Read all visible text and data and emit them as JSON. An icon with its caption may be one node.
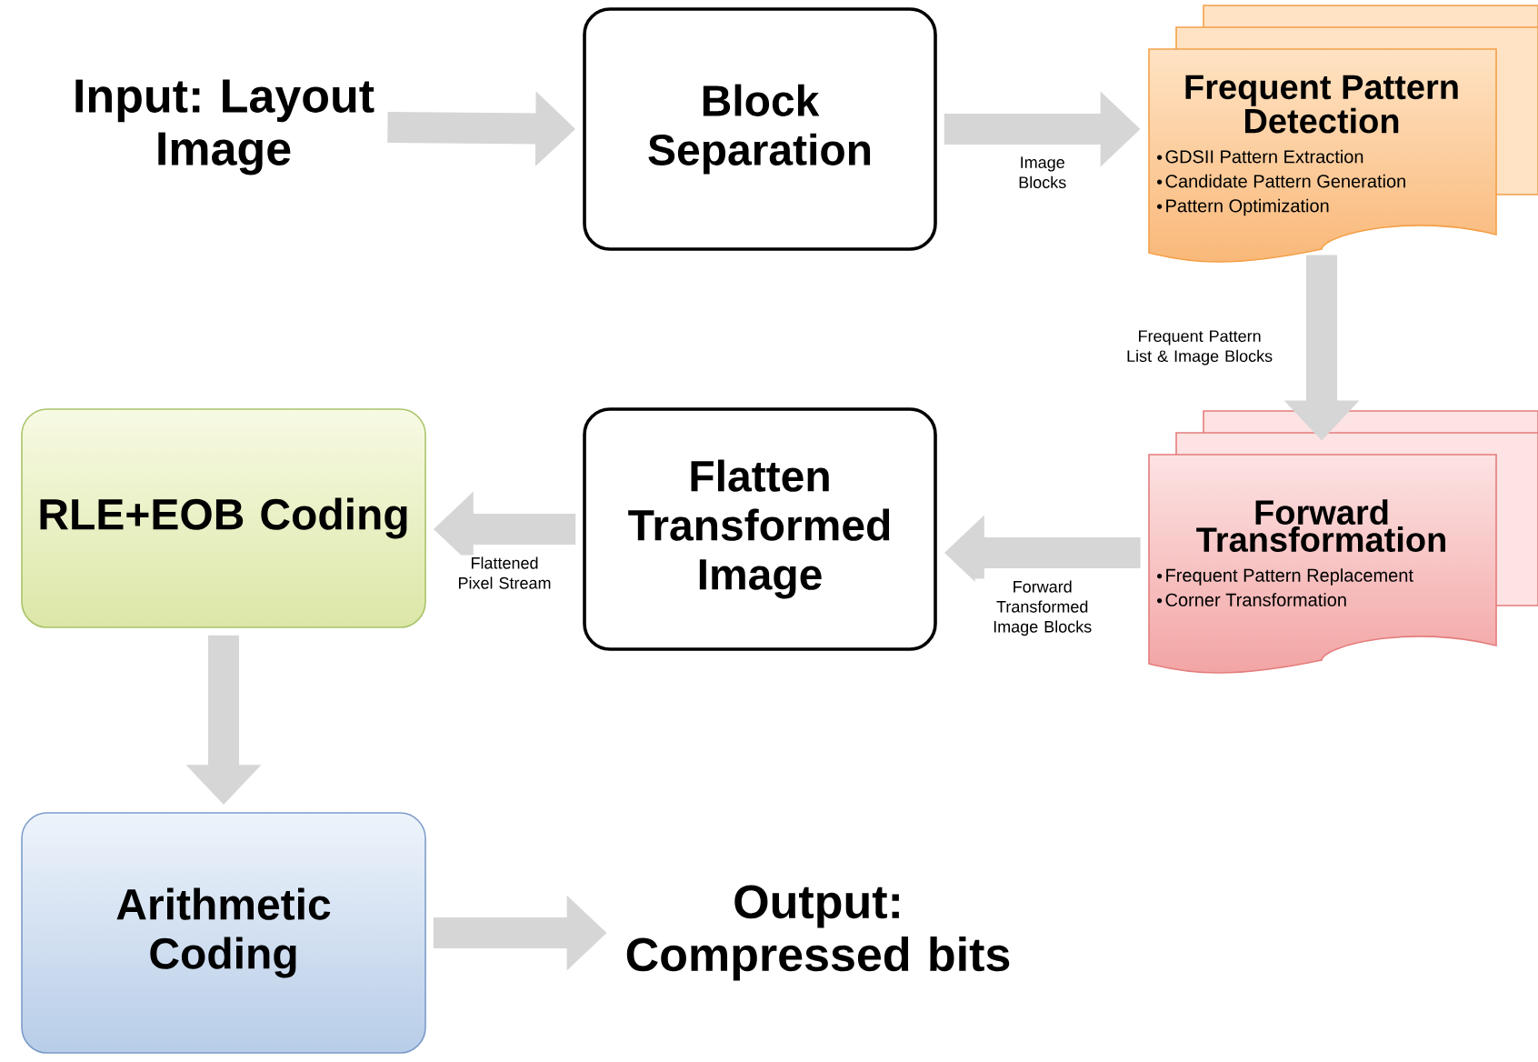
{
  "diagram": {
    "nodes": [
      {
        "text": [
          "Input: Layout Image"
        ]
      },
      {
        "text": [
          "Block Separation"
        ]
      },
      {
        "text": [
          "Frequent Pattern Detection",
          "GDSII Pattern Extraction",
          "Candidate Pattern Generation",
          "Pattern Optimization"
        ]
      },
      {
        "text": [
          "Forward Transformation",
          "Frequent Pattern Replacement",
          "Corner Transformation"
        ]
      },
      {
        "text": [
          "Flatten Transformed Image"
        ]
      },
      {
        "text": [
          "RLE+EOB Coding"
        ]
      },
      {
        "text": [
          "Arithmetic Coding"
        ]
      },
      {
        "text": [
          "Output: Compressed bits"
        ]
      }
    ],
    "edges": [
      {
        "from": 0,
        "to": 1,
        "arrow": "to"
      },
      {
        "from": 1,
        "to": 2,
        "arrow": "to",
        "label": "Image Blocks"
      },
      {
        "from": 2,
        "to": 3,
        "arrow": "to",
        "label": "Frequent Pattern List & Image Blocks"
      },
      {
        "from": 3,
        "to": 4,
        "arrow": "to",
        "label": "Forward Transformed Image Blocks"
      },
      {
        "from": 4,
        "to": 5,
        "arrow": "to",
        "label": "Flattened Pixel Stream"
      },
      {
        "from": 5,
        "to": 6,
        "arrow": "to"
      },
      {
        "from": 6,
        "to": 7,
        "arrow": "to"
      }
    ]
  }
}
